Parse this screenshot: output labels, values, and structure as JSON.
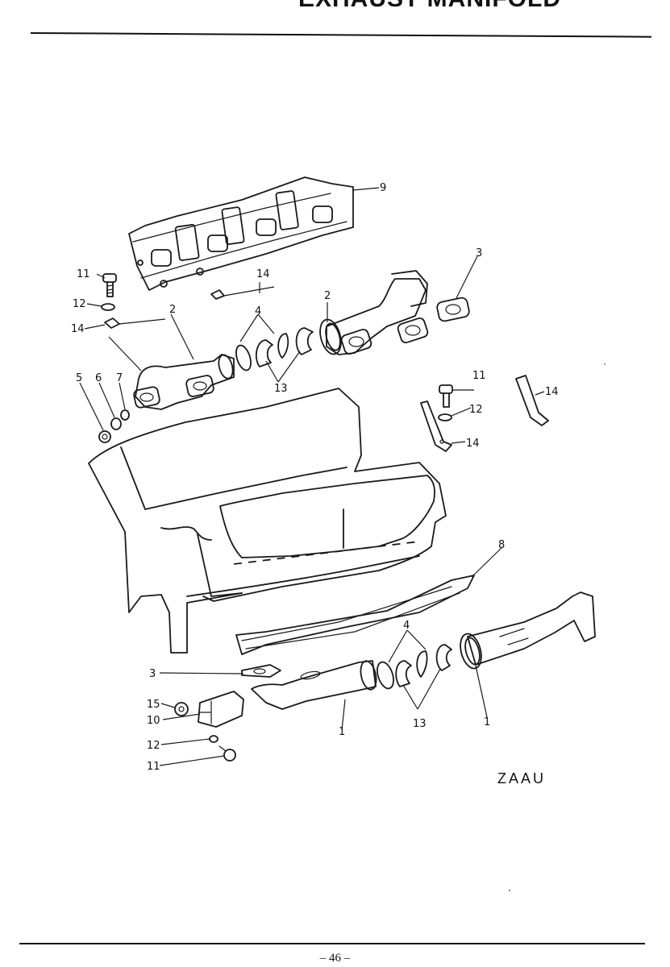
{
  "header": {
    "title": "EXHAUST MANIFOLD"
  },
  "footer": {
    "page_number": "– 46 –"
  },
  "diagram": {
    "engine_code": "ZAAU",
    "callouts": {
      "c1a": "1",
      "c1b": "1",
      "c2a": "2",
      "c2b": "2",
      "c3a": "3",
      "c3b": "3",
      "c4a": "4",
      "c4b": "4",
      "c5": "5",
      "c6": "6",
      "c7": "7",
      "c8": "8",
      "c9": "9",
      "c10": "10",
      "c11a": "11",
      "c11b": "11",
      "c11c": "11",
      "c12a": "12",
      "c12b": "12",
      "c12c": "12",
      "c13a": "13",
      "c13b": "13",
      "c14a": "14",
      "c14b": "14",
      "c14c": "14",
      "c14d": "14",
      "c15": "15"
    }
  }
}
